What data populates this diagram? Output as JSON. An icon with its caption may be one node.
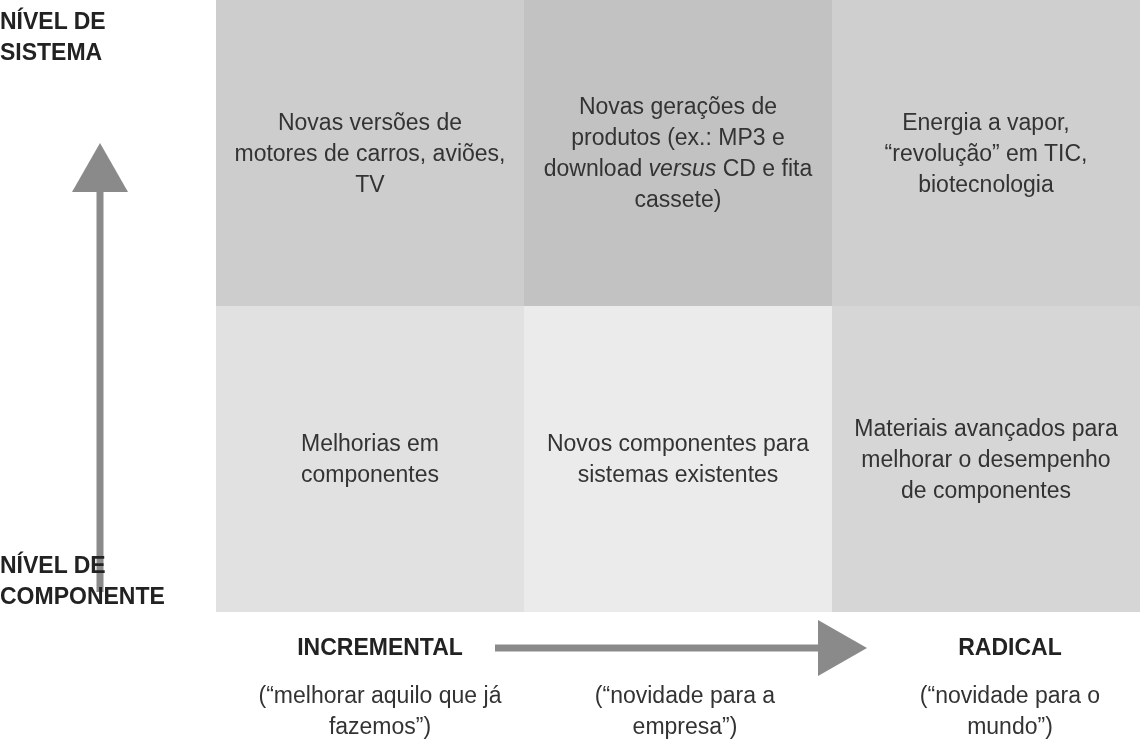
{
  "diagram": {
    "nodes": [
      {
        "text": [
          "Novas versões de motores de carros, aviões, TV"
        ]
      },
      {
        "text": [
          "Novas gerações de produtos (ex.: MP3 e download *versus* CD e fita cassete)"
        ]
      },
      {
        "text": [
          "Energia a vapor, “revolução” em TIC, biotecnologia"
        ]
      },
      {
        "text": [
          "Melhorias em componentes"
        ]
      },
      {
        "text": [
          "Novos componentes para sistemas existentes"
        ]
      },
      {
        "text": [
          "Materiais avançados para melhorar o desempenho de componentes"
        ]
      }
    ],
    "edges": [],
    "labels": [
      "NÍVEL DE SISTEMA",
      "NÍVEL DE COMPONENTE",
      "INCREMENTAL",
      "RADICAL",
      "(“melhorar aquilo que já fazemos”)",
      "(“novidade para a empresa”)",
      "(“novidade para o mundo”)"
    ]
  }
}
